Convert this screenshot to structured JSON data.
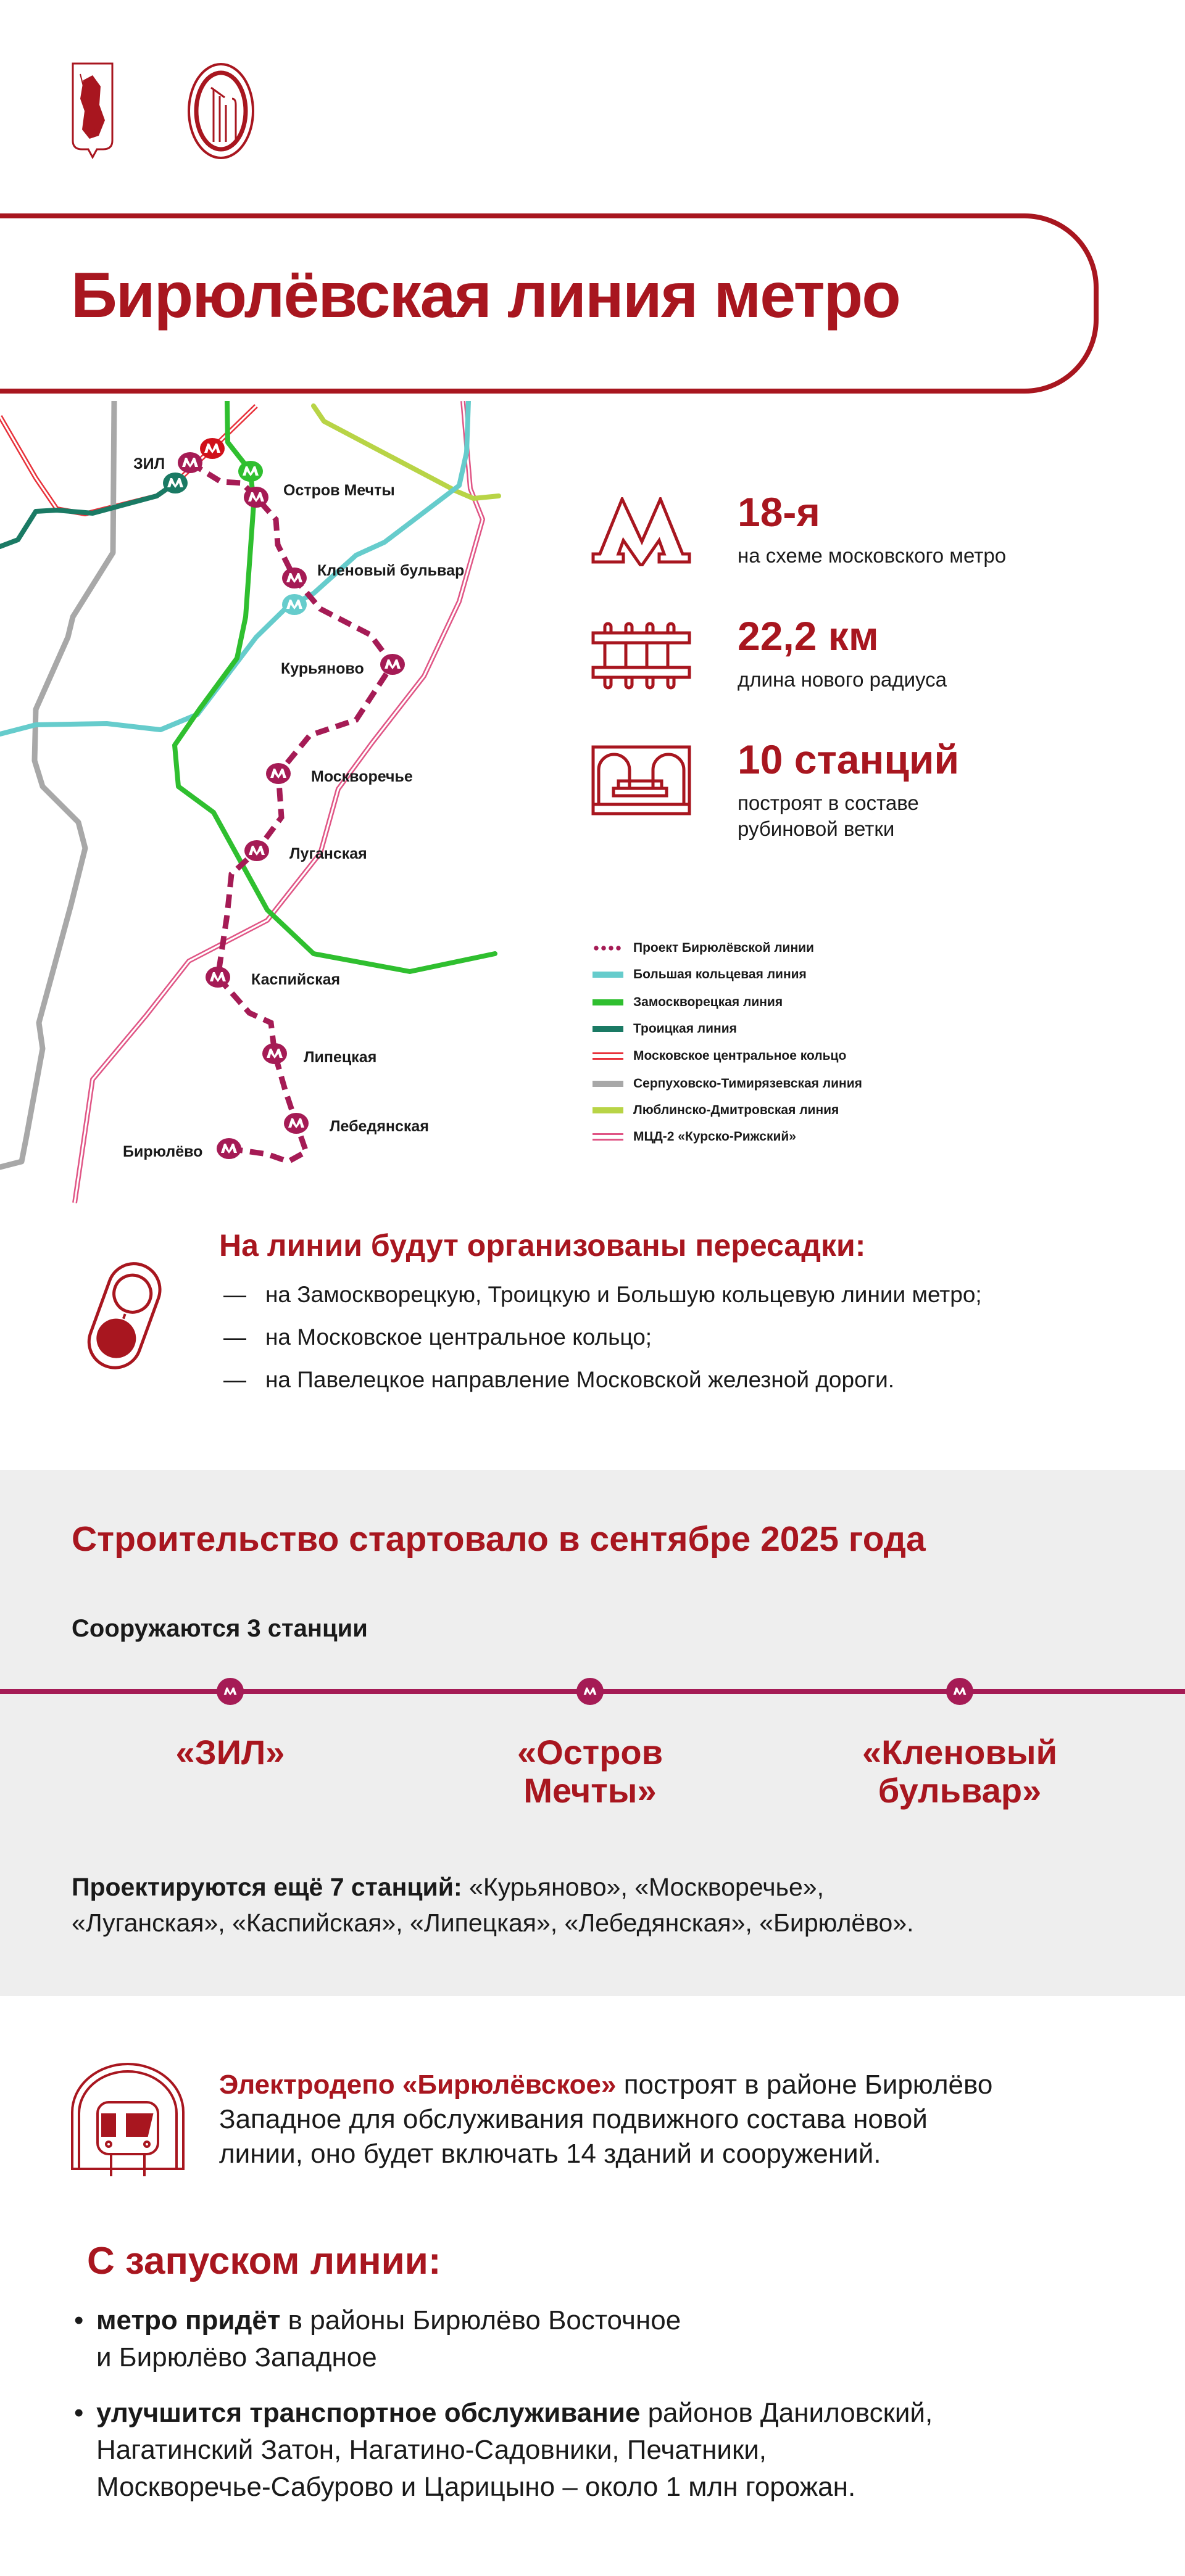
{
  "header": {
    "title": "Бирюлёвская линия метро"
  },
  "colors": {
    "accent": "#a8161f",
    "project_line": "#a51b55",
    "gray_bg": "#eeeeee"
  },
  "map": {
    "stations": [
      {
        "name": "ЗИЛ"
      },
      {
        "name": "Остров Мечты"
      },
      {
        "name": "Кленовый бульвар"
      },
      {
        "name": "Курьяново"
      },
      {
        "name": "Москворечье"
      },
      {
        "name": "Луганская"
      },
      {
        "name": "Каспийская"
      },
      {
        "name": "Липецкая"
      },
      {
        "name": "Лебедянская"
      },
      {
        "name": "Бирюлёво"
      }
    ],
    "legend": [
      {
        "label": "Проект Бирюлёвской линии",
        "color": "#a51b55",
        "style": "dotted"
      },
      {
        "label": "Большая кольцевая линия",
        "color": "#66cccc",
        "style": "solid"
      },
      {
        "label": "Замоскворецкая линия",
        "color": "#2fbf2f",
        "style": "solid"
      },
      {
        "label": "Троицкая линия",
        "color": "#1a7a64",
        "style": "solid"
      },
      {
        "label": "Московское центральное кольцо",
        "color": "#e8313a",
        "style": "double"
      },
      {
        "label": "Серпуховско-Тимирязевская линия",
        "color": "#a8a8a8",
        "style": "solid"
      },
      {
        "label": "Люблинско-Дмитровская линия",
        "color": "#b8d446",
        "style": "solid"
      },
      {
        "label": "МЦД-2 «Курско-Рижский»",
        "color": "#e05585",
        "style": "double"
      }
    ]
  },
  "stats": [
    {
      "icon": "metro-logo-icon",
      "value": "18-я",
      "caption": [
        "на схеме московского метро"
      ]
    },
    {
      "icon": "rails-icon",
      "value": "22,2 км",
      "caption": [
        "длина нового радиуса"
      ]
    },
    {
      "icon": "station-icon",
      "value": "10 станций",
      "caption": [
        "построят в составе",
        "рубиновой ветки"
      ]
    }
  ],
  "transfers": {
    "heading": "На линии будут организованы пересадки:",
    "dash": "—",
    "items": [
      "на Замоскворецкую, Троицкую и Большую кольцевую линии метро;",
      "на Московское центральное кольцо;",
      "на Павелецкое направление Московской железной дороги."
    ]
  },
  "construction": {
    "heading": "Строительство стартовало в сентябре 2025 года",
    "building_label": "Сооружаются 3 станции",
    "building_stations": [
      {
        "line1": "«ЗИЛ»",
        "line2": ""
      },
      {
        "line1": "«Остров",
        "line2": "Мечты»"
      },
      {
        "line1": "«Кленовый",
        "line2": "бульвар»"
      }
    ],
    "designed_bold": "Проектируются ещё 7 станций:",
    "designed_line1": " «Курьяново», «Москворечье»,",
    "designed_line2": "«Луганская», «Каспийская», «Липецкая», «Лебедянская», «Бирюлёво»."
  },
  "depot": {
    "bold": "Электродепо «Бирюлёвское»",
    "line1": " построят в районе Бирюлёво",
    "line2": "Западное для обслуживания подвижного состава новой",
    "line3": "линии, оно будет включать 14 зданий и сооружений."
  },
  "launch": {
    "heading": "С запуском линии:",
    "bullet": "•",
    "bullets": [
      {
        "bold": "метро придёт",
        "lines": [
          " в районы Бирюлёво Восточное",
          "и Бирюлёво Западное"
        ]
      },
      {
        "bold": "улучшится транспортное обслуживание",
        "lines": [
          " районов Даниловский,",
          "Нагатинский Затон, Нагатино-Садовники, Печатники,",
          "Москворечье-Сабурово и Царицыно – около 1 млн горожан."
        ]
      }
    ]
  }
}
